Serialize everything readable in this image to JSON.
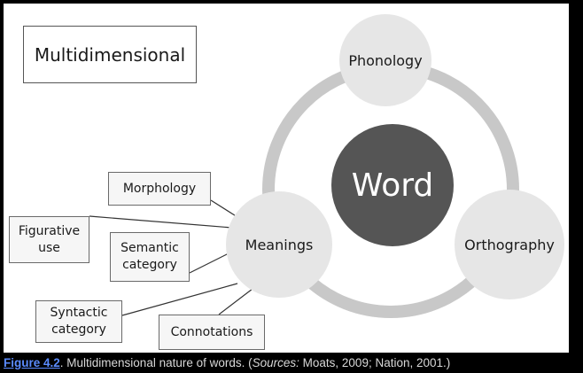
{
  "figure": {
    "title": "Multidimensional",
    "center": "Word",
    "nodes": {
      "top": "Phonology",
      "right": "Orthography",
      "left": "Meanings"
    },
    "subcomponents": {
      "morphology": "Morphology",
      "figurative_line1": "Figurative",
      "figurative_line2": "use",
      "semantic_line1": "Semantic",
      "semantic_line2": "category",
      "syntactic_line1": "Syntactic",
      "syntactic_line2": "category",
      "connotations": "Connotations"
    },
    "colors": {
      "ring": "#c8c8c8",
      "node_fill": "#e6e6e6",
      "center_fill": "#555555",
      "center_text": "#ffffff"
    }
  },
  "caption": {
    "figure_ref": "Figure 4.2",
    "text": ".   Multidimensional nature of words. (",
    "sources_label": "Sources:",
    "sources_text": " Moats, 2009; Nation, 2001.)"
  }
}
